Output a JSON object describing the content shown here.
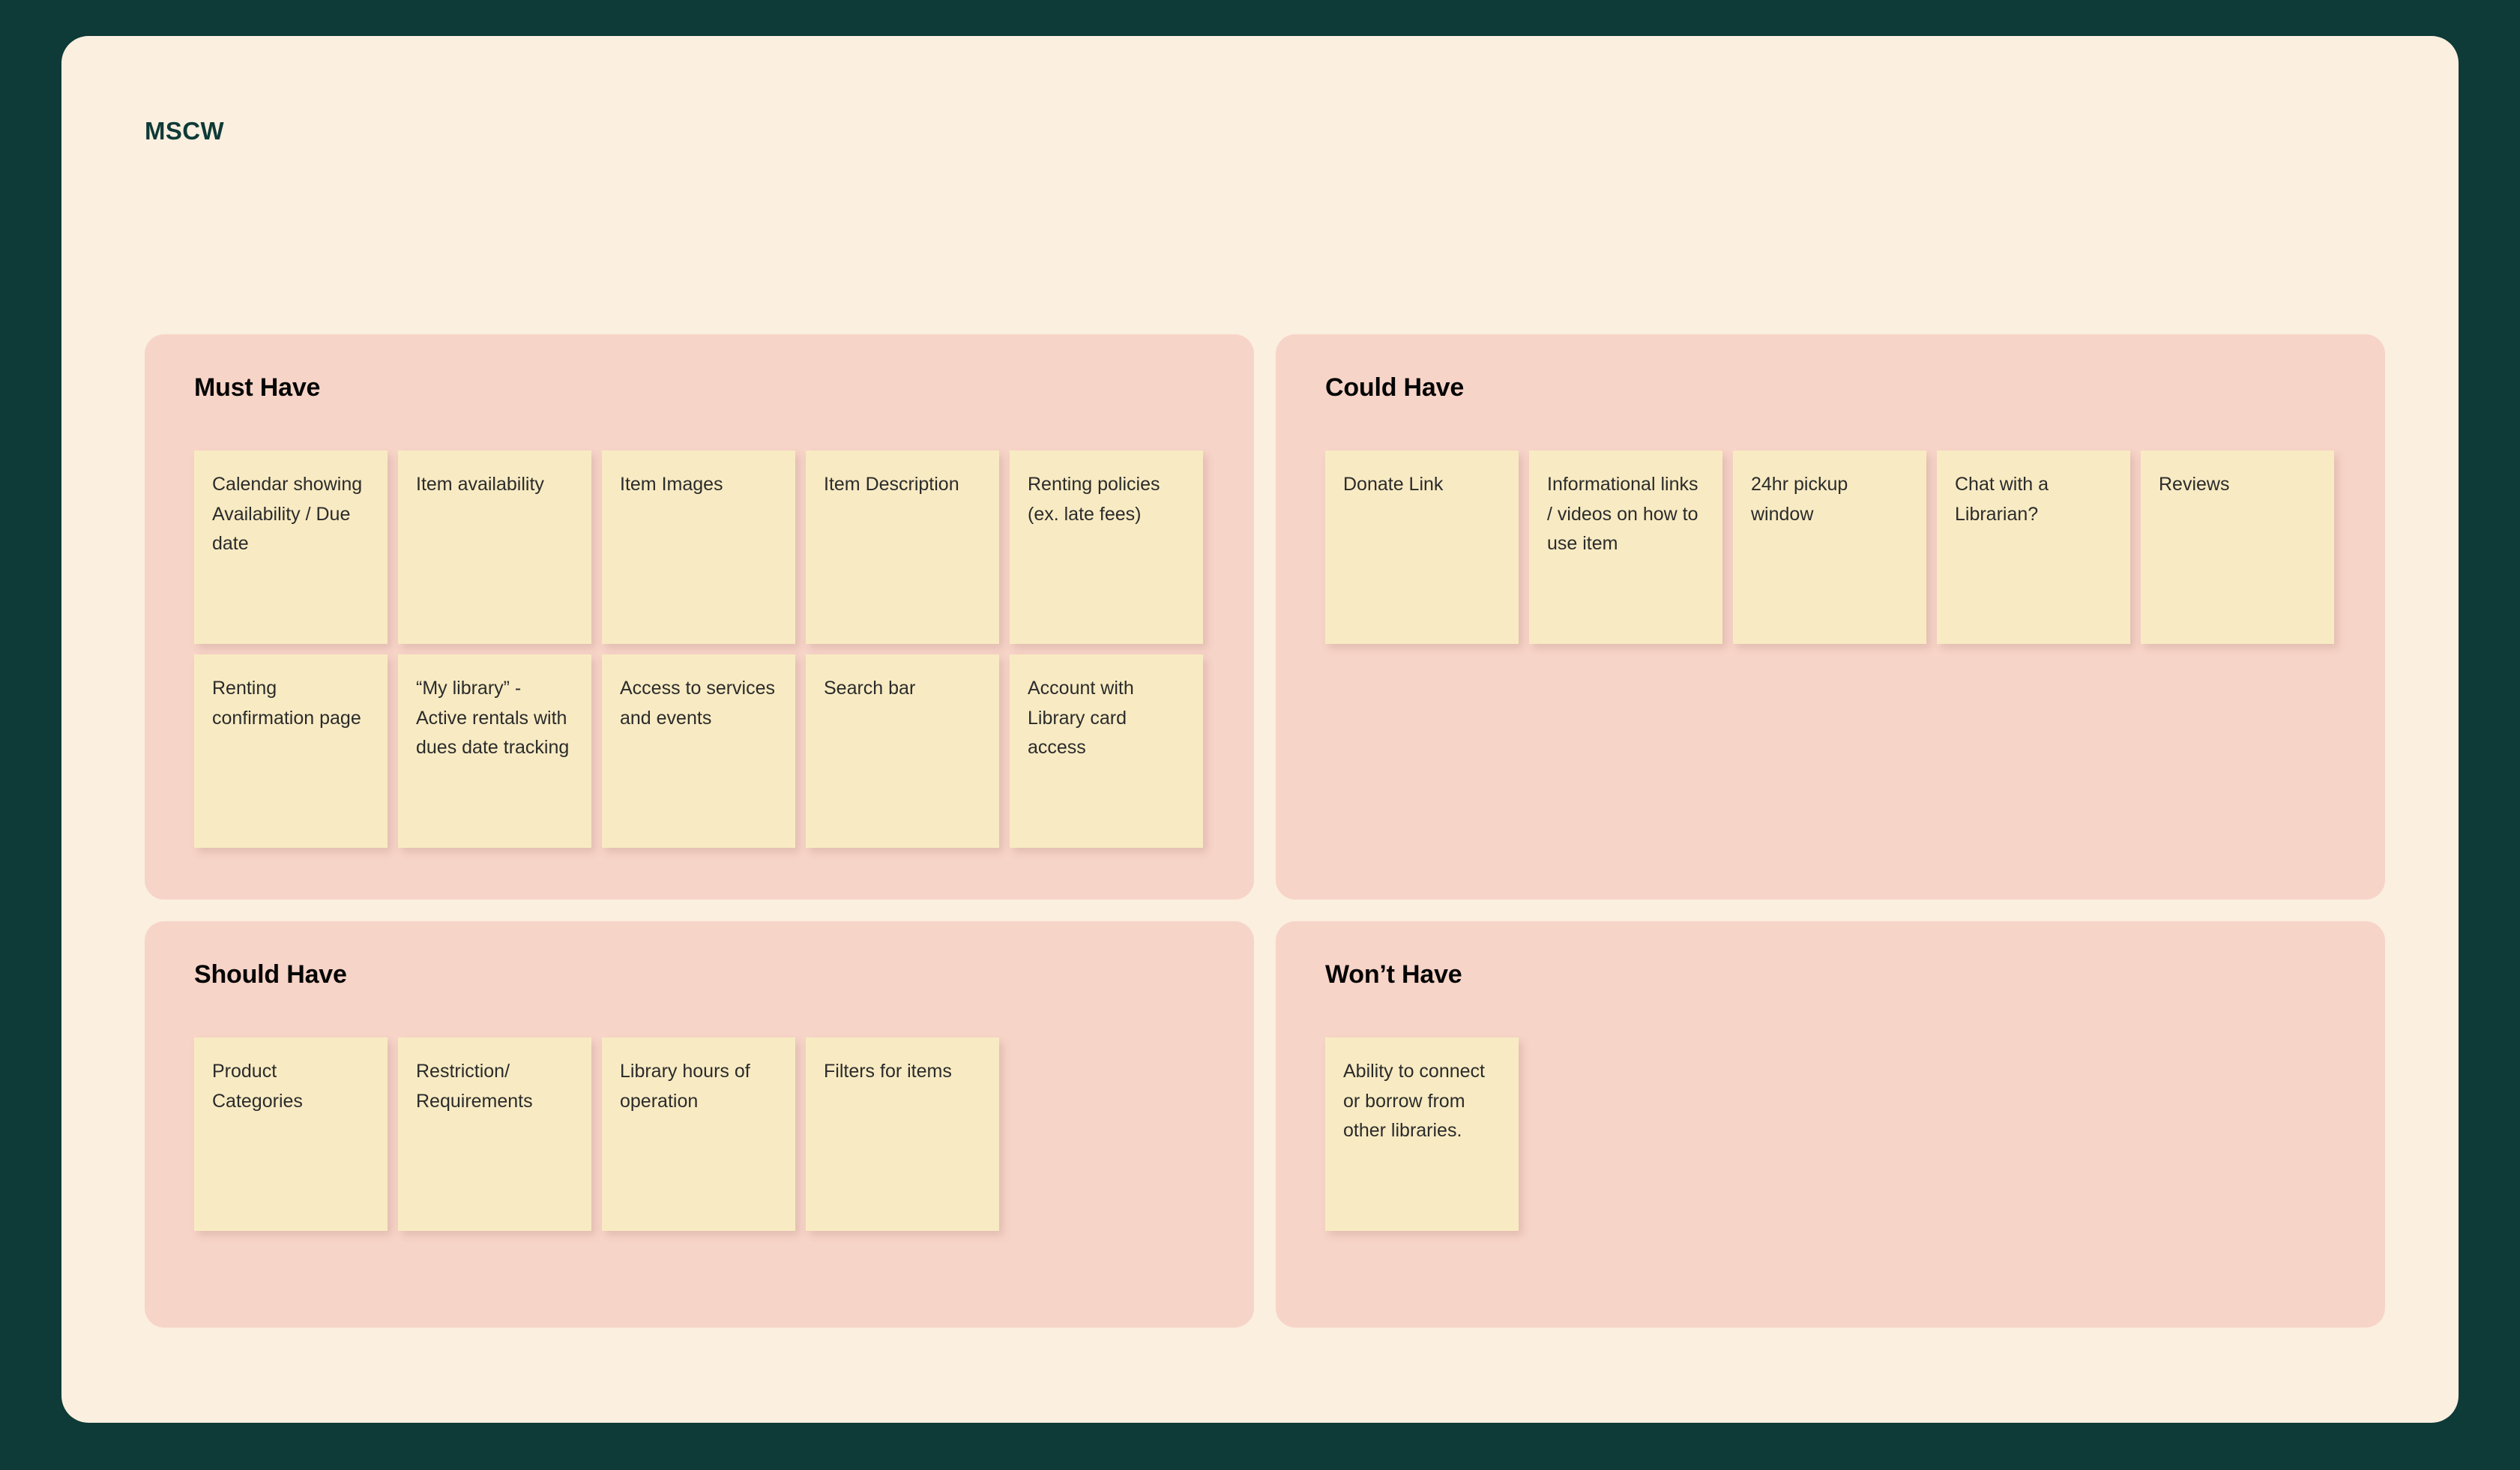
{
  "board": {
    "title": "MSCW",
    "background_color": "#0E3A37",
    "canvas_color": "#FBEFDF",
    "title_color": "#0E3A37",
    "quadrant_color": "#F7D4C8",
    "note_color": "#F8EBC3",
    "note_text_color": "#2B2B2B"
  },
  "quadrants": [
    {
      "id": "must-have",
      "title": "Must Have",
      "notes": [
        "Calendar showing Availability / Due date",
        "Item availability",
        "Item Images",
        "Item Description",
        "Renting policies (ex. late fees)",
        "Renting confirmation page",
        "“My library” - Active rentals with dues date tracking",
        "Access to services and events",
        "Search bar",
        "Account with Library card access"
      ]
    },
    {
      "id": "could-have",
      "title": "Could Have",
      "notes": [
        "Donate Link",
        "Informational links / videos on how to use item",
        "24hr pickup window",
        "Chat with a Librarian?",
        "Reviews"
      ]
    },
    {
      "id": "should-have",
      "title": "Should Have",
      "notes": [
        "Product Categories",
        "Restriction/ Requirements",
        "Library hours of operation",
        "Filters for items"
      ]
    },
    {
      "id": "wont-have",
      "title": "Won’t Have",
      "notes": [
        "Ability to connect or borrow from other libraries."
      ]
    }
  ]
}
